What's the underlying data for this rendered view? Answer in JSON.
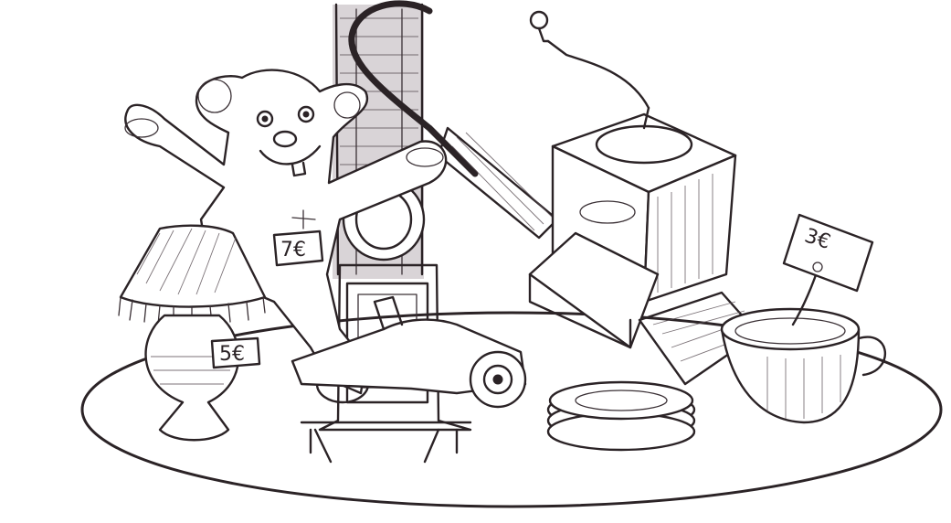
{
  "price_tags": {
    "teddy_bear": "7€",
    "lamp": "5€",
    "chamber_pot": "3€"
  }
}
